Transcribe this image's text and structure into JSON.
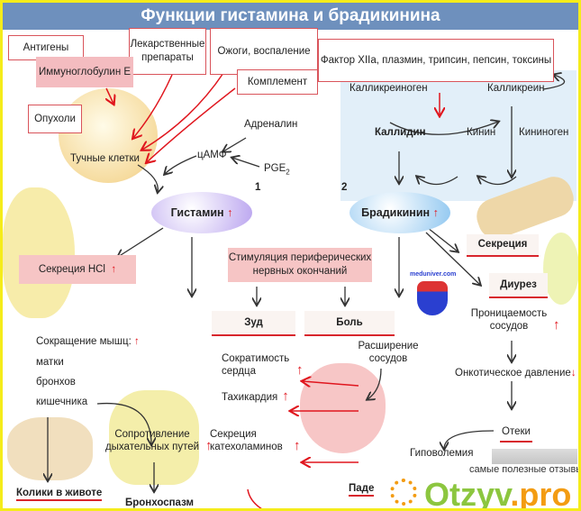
{
  "title": "Функции гистамина и брадикинина",
  "triggers": {
    "antigens": "Антигены",
    "drugs": "Лекарственные препараты",
    "burns": "Ожоги, воспаление",
    "ige": "Иммуноглобулин E",
    "complement": "Комплемент",
    "tumors": "Опухоли",
    "factors": "Фактор XIIa, плазмин, трипсин, пепсин, токсины"
  },
  "mast": {
    "label": "Тучные клетки",
    "adrenaline": "Адреналин",
    "camp": "цАМФ",
    "pge": "PGE",
    "pge_sub": "2"
  },
  "kinin": {
    "kallikreinogen": "Калликреиноген",
    "kallikrein": "Калликреин",
    "kallidin": "Каллидин",
    "kinin": "Кинин",
    "kininogen": "Кининоген"
  },
  "numbers": {
    "one": "1",
    "two": "2"
  },
  "histamine": "Гистамин",
  "bradykinin": "Брадикинин",
  "arrow_up": "↑",
  "arrow_down": "↓",
  "effects": {
    "hcl": "Секреция HCl",
    "stimulation": "Стимуляция периферических нервных окончаний",
    "secretion": "Секреция",
    "diuresis": "Диурез",
    "itch": "Зуд",
    "pain": "Боль",
    "permeability": "Проницаемость сосудов",
    "muscle": "Сокращение мышц:",
    "uterus": "матки",
    "bronchi": "бронхов",
    "intestine": "кишечника",
    "vasodilation": "Расширение сосудов",
    "contractility": "Сократимость сердца",
    "tachycardia": "Тахикардия",
    "catecholamines": "Секреция катехоламинов",
    "oncotic": "Онкотическое давление",
    "edema": "Отеки",
    "hypovolemia": "Гиповолемия",
    "airway": "Сопротивление дыхательных путей",
    "colic": "Колики в животе",
    "bronchospasm": "Бронхоспазм",
    "pressure_drop": "Паде"
  },
  "logo": "meduniver.com",
  "watermark": {
    "tagline": "самые полезные отзывы",
    "brand_main": "Otzyv",
    "brand_tld": ".pro"
  },
  "colors": {
    "title_bg": "#6e90bd",
    "accent_red": "#e0161e",
    "frame": "#f5ec1a",
    "watermark": "#8cc63f"
  }
}
